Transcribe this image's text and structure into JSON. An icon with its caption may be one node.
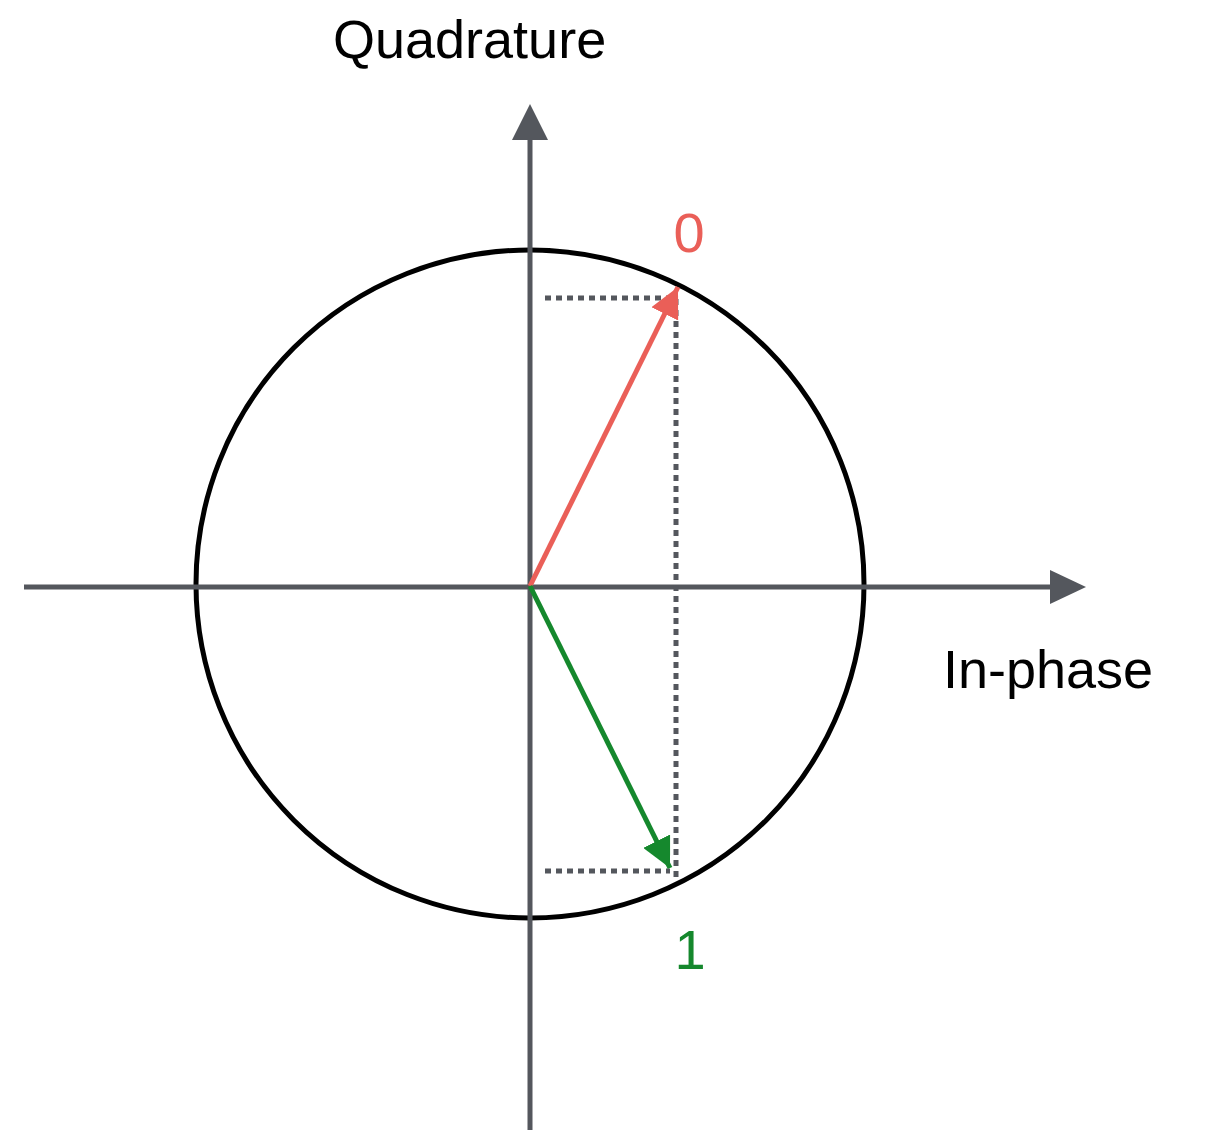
{
  "diagram": {
    "nodes": [
      {
        "text": [
          "0"
        ]
      },
      {
        "text": [
          "1"
        ]
      }
    ],
    "edges": [
      {
        "from": null,
        "to": 0,
        "arrow": "to",
        "color": "#ea5f58"
      },
      {
        "from": null,
        "to": 1,
        "arrow": "to",
        "color": "#15882d"
      }
    ],
    "labels": [
      "Quadrature",
      "In-phase"
    ]
  }
}
